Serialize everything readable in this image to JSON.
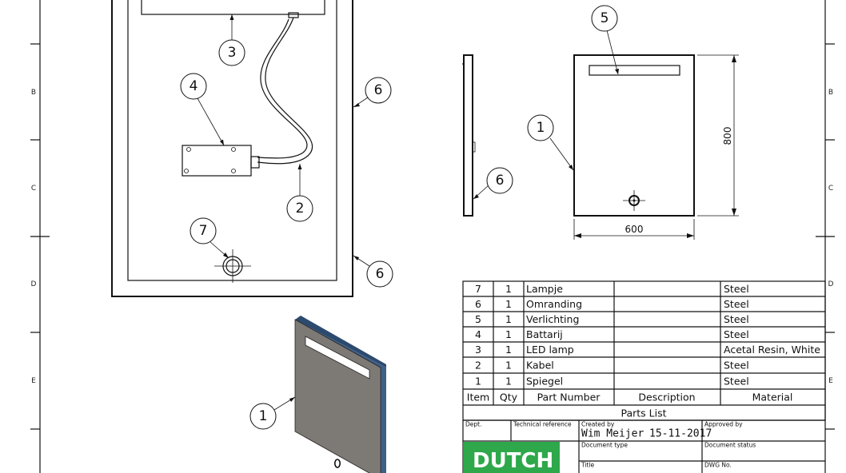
{
  "zones": {
    "left": [
      "B",
      "C",
      "D",
      "E"
    ],
    "right": [
      "B",
      "C",
      "D",
      "E"
    ]
  },
  "callouts": [
    "3",
    "4",
    "6",
    "2",
    "7",
    "6",
    "5",
    "1",
    "6",
    "1"
  ],
  "dimensions": {
    "height": "800",
    "width": "600"
  },
  "parts_list": {
    "title": "Parts List",
    "headers": [
      "Item",
      "Qty",
      "Part Number",
      "Description",
      "Material"
    ],
    "rows": [
      {
        "item": "7",
        "qty": "1",
        "part": "Lampje",
        "desc": "",
        "material": "Steel"
      },
      {
        "item": "6",
        "qty": "1",
        "part": "Omranding",
        "desc": "",
        "material": "Steel"
      },
      {
        "item": "5",
        "qty": "1",
        "part": "Verlichting",
        "desc": "",
        "material": "Steel"
      },
      {
        "item": "4",
        "qty": "1",
        "part": "Battarij",
        "desc": "",
        "material": "Steel"
      },
      {
        "item": "3",
        "qty": "1",
        "part": "LED lamp",
        "desc": "",
        "material": "Acetal Resin, White"
      },
      {
        "item": "2",
        "qty": "1",
        "part": "Kabel",
        "desc": "",
        "material": "Steel"
      },
      {
        "item": "1",
        "qty": "1",
        "part": "Spiegel",
        "desc": "",
        "material": "Steel"
      }
    ]
  },
  "title_block": {
    "dept_label": "Dept.",
    "tech_ref_label": "Technical reference",
    "created_by_label": "Created by",
    "created_by": "Wim Meijer",
    "created_date": "15-11-2017",
    "approved_by_label": "Approved by",
    "doc_type_label": "Document type",
    "doc_status_label": "Document status",
    "title_label": "Title",
    "dwg_no_label": "DWG No.",
    "logo_text": "DUTCH",
    "logo_color": "#2ea84a"
  },
  "colors": {
    "mirror_face": "#7d7a76",
    "mirror_edge": "#3e5f86",
    "line": "#111111"
  }
}
